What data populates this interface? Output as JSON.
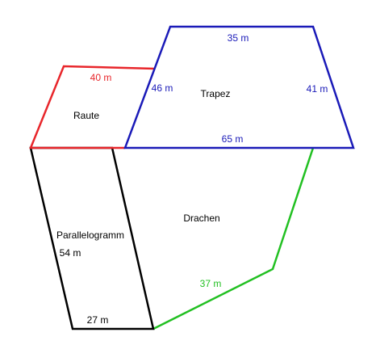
{
  "colors": {
    "background": "#ffffff",
    "raute": "#e8262b",
    "trapez": "#1a1ab8",
    "drachen": "#22c022",
    "parallelogramm": "#000000",
    "text": "#000000"
  },
  "shapes": {
    "raute": {
      "name": "Raute",
      "side_label": "40 m"
    },
    "trapez": {
      "name": "Trapez",
      "top_label": "35 m",
      "left_label": "46 m",
      "right_label": "41 m",
      "bottom_label": "65 m"
    },
    "drachen": {
      "name": "Drachen",
      "side_label": "37 m"
    },
    "parallelogramm": {
      "name": "Parallelogramm",
      "side_label": "54 m",
      "bottom_label": "27 m"
    }
  }
}
